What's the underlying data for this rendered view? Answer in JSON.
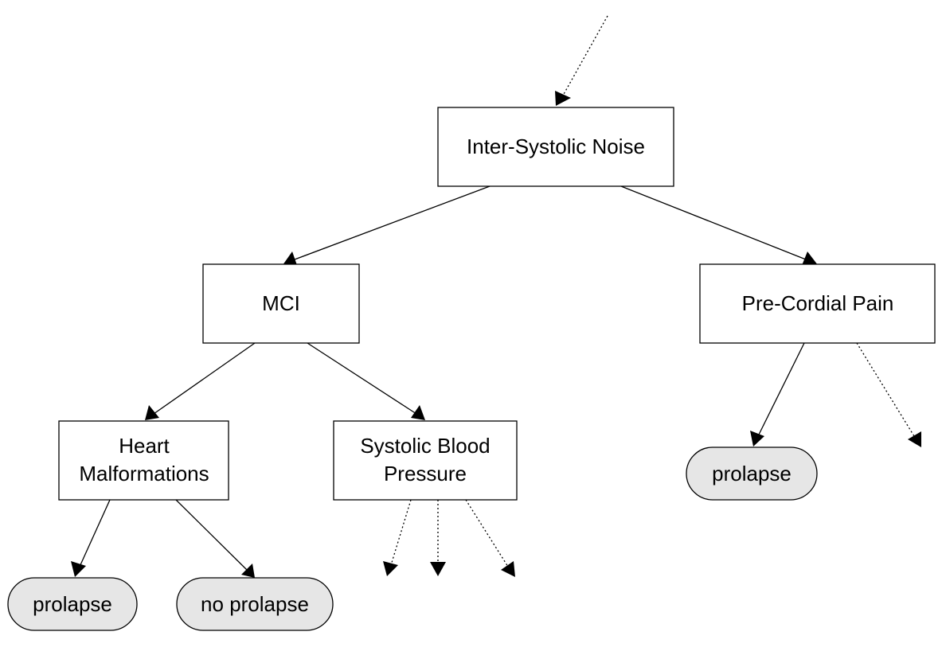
{
  "diagram": {
    "type": "decision-tree",
    "nodes": {
      "inter_systolic_noise": {
        "lines": [
          "Inter-Systolic Noise"
        ]
      },
      "mci": {
        "lines": [
          "MCI"
        ]
      },
      "pre_cordial_pain": {
        "lines": [
          "Pre-Cordial Pain"
        ]
      },
      "heart_malformations": {
        "lines": [
          "Heart",
          "Malformations"
        ]
      },
      "systolic_blood_pressure": {
        "lines": [
          "Systolic Blood",
          "Pressure"
        ]
      },
      "leaf_prolapse_left": {
        "lines": [
          "prolapse"
        ]
      },
      "leaf_no_prolapse": {
        "lines": [
          "no prolapse"
        ]
      },
      "leaf_prolapse_right": {
        "lines": [
          "prolapse"
        ]
      }
    },
    "edges": [
      {
        "from": "inter_systolic_noise",
        "to": "mci",
        "style": "solid"
      },
      {
        "from": "inter_systolic_noise",
        "to": "pre_cordial_pain",
        "style": "solid"
      },
      {
        "from": "mci",
        "to": "heart_malformations",
        "style": "solid"
      },
      {
        "from": "mci",
        "to": "systolic_blood_pressure",
        "style": "solid"
      },
      {
        "from": "heart_malformations",
        "to": "leaf_prolapse_left",
        "style": "solid"
      },
      {
        "from": "heart_malformations",
        "to": "leaf_no_prolapse",
        "style": "solid"
      },
      {
        "from": "pre_cordial_pain",
        "to": "leaf_prolapse_right",
        "style": "solid"
      }
    ],
    "colors": {
      "leaf_fill": "#e6e6e6",
      "box_fill": "#ffffff",
      "line": "#000000"
    }
  }
}
